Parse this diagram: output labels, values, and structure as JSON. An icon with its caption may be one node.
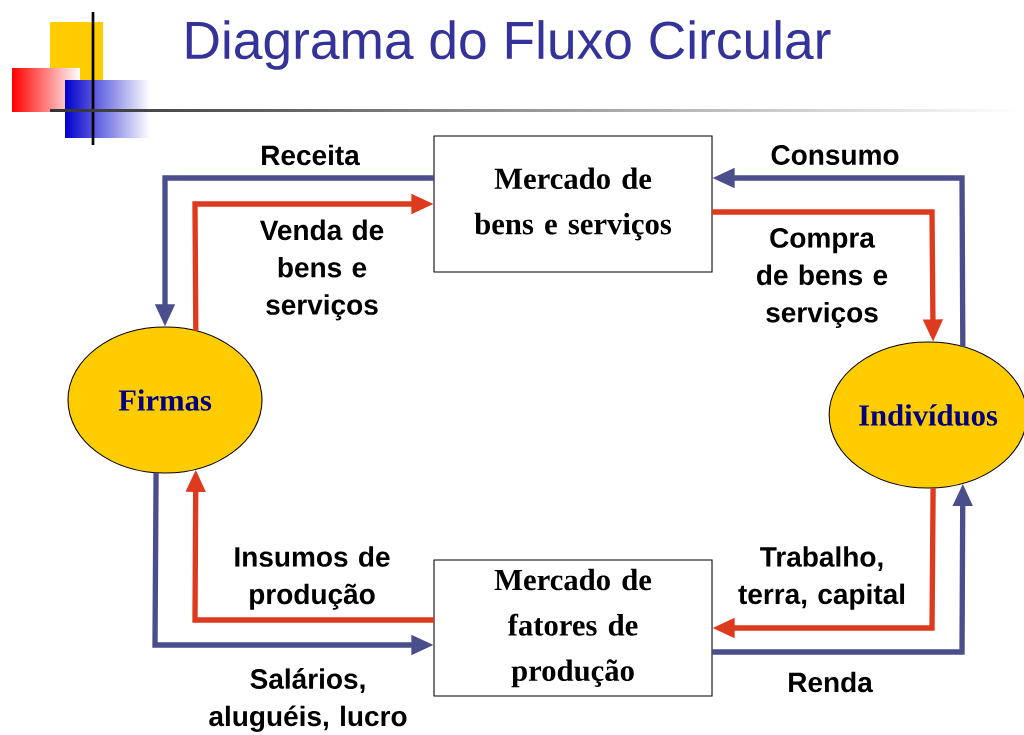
{
  "diagram": {
    "title": "Diagrama do Fluxo Circular",
    "nodes": [
      {
        "text": [
          "Mercado de bens e serviços"
        ]
      },
      {
        "text": [
          "Firmas"
        ]
      },
      {
        "text": [
          "Indivíduos"
        ]
      },
      {
        "text": [
          "Mercado de fatores de produção"
        ]
      }
    ],
    "edges": [
      {
        "from": 0,
        "to": 1,
        "arrow": "to",
        "label": "Receita",
        "color": "#4a4e8c"
      },
      {
        "from": 1,
        "to": 0,
        "arrow": "to",
        "label": "Venda de bens e serviços",
        "color": "#dd3a1e"
      },
      {
        "from": 2,
        "to": 0,
        "arrow": "to",
        "label": "Consumo",
        "color": "#4a4e8c"
      },
      {
        "from": 0,
        "to": 2,
        "arrow": "to",
        "label": "Compra de bens e serviços",
        "color": "#dd3a1e"
      },
      {
        "from": 3,
        "to": 1,
        "arrow": "to",
        "label": "Insumos de produção",
        "color": "#dd3a1e"
      },
      {
        "from": 1,
        "to": 3,
        "arrow": "to",
        "label": "Salários, aluguéis, lucro",
        "color": "#4a4e8c"
      },
      {
        "from": 2,
        "to": 3,
        "arrow": "to",
        "label": "Trabalho, terra, capital",
        "color": "#dd3a1e"
      },
      {
        "from": 3,
        "to": 2,
        "arrow": "to",
        "label": "Renda",
        "color": "#4a4e8c"
      }
    ]
  }
}
